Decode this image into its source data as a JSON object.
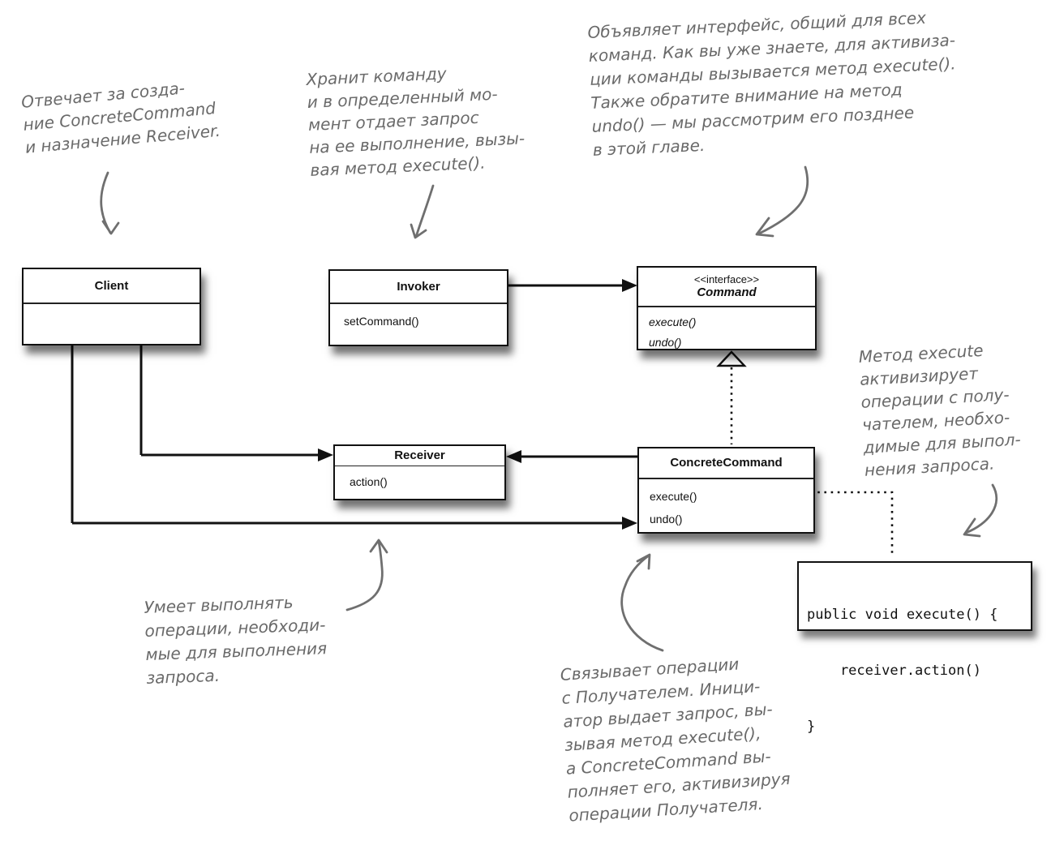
{
  "diagram_title": "Command pattern class diagram",
  "colors": {
    "annotation_gray": "#6a6a6a",
    "box_border": "#111111",
    "background": "#ffffff"
  },
  "classes": {
    "client": {
      "title": "Client"
    },
    "invoker": {
      "title": "Invoker",
      "methods": [
        "setCommand()"
      ]
    },
    "command": {
      "stereotype": "<<interface>>",
      "title": "Command",
      "methods": [
        "execute()",
        "undo()"
      ]
    },
    "receiver": {
      "title": "Receiver",
      "methods": [
        "action()"
      ]
    },
    "concrete_command": {
      "title": "ConcreteCommand",
      "methods": [
        "execute()",
        "undo()"
      ]
    }
  },
  "notes": {
    "client": {
      "lines": [
        "Отвечает за созда-",
        "ние ConcreteCommand",
        "и назначение Receiver."
      ]
    },
    "invoker": {
      "lines": [
        "Хранит команду",
        "и в определенный мо-",
        "мент отдает запрос",
        "на ее выполнение, вызы-",
        "вая метод execute()."
      ]
    },
    "command": {
      "lines": [
        "Объявляет интерфейс, общий для всех",
        "команд. Как вы уже знаете, для активиза-",
        "ции команды вызывается метод execute().",
        "Также обратите внимание на метод",
        "undo() — мы рассмотрим его позднее",
        "в этой главе."
      ]
    },
    "execute_method": {
      "lines": [
        "Метод execute",
        "активизирует",
        "операции с полу-",
        "чателем, необхо-",
        "димые для выпол-",
        "нения запроса."
      ]
    },
    "receiver": {
      "lines": [
        "Умеет выполнять",
        "операции, необходи-",
        "мые для выполнения",
        "запроса."
      ]
    },
    "concrete_command": {
      "lines": [
        "Связывает операции",
        "с Получателем. Иници-",
        "атор выдает запрос, вы-",
        "зывая метод execute(),",
        "а ConcreteCommand вы-",
        "полняет его, активизируя",
        "операции Получателя."
      ]
    }
  },
  "code_snippet": {
    "lines": [
      "public void execute() {",
      "    receiver.action()",
      "}"
    ]
  }
}
